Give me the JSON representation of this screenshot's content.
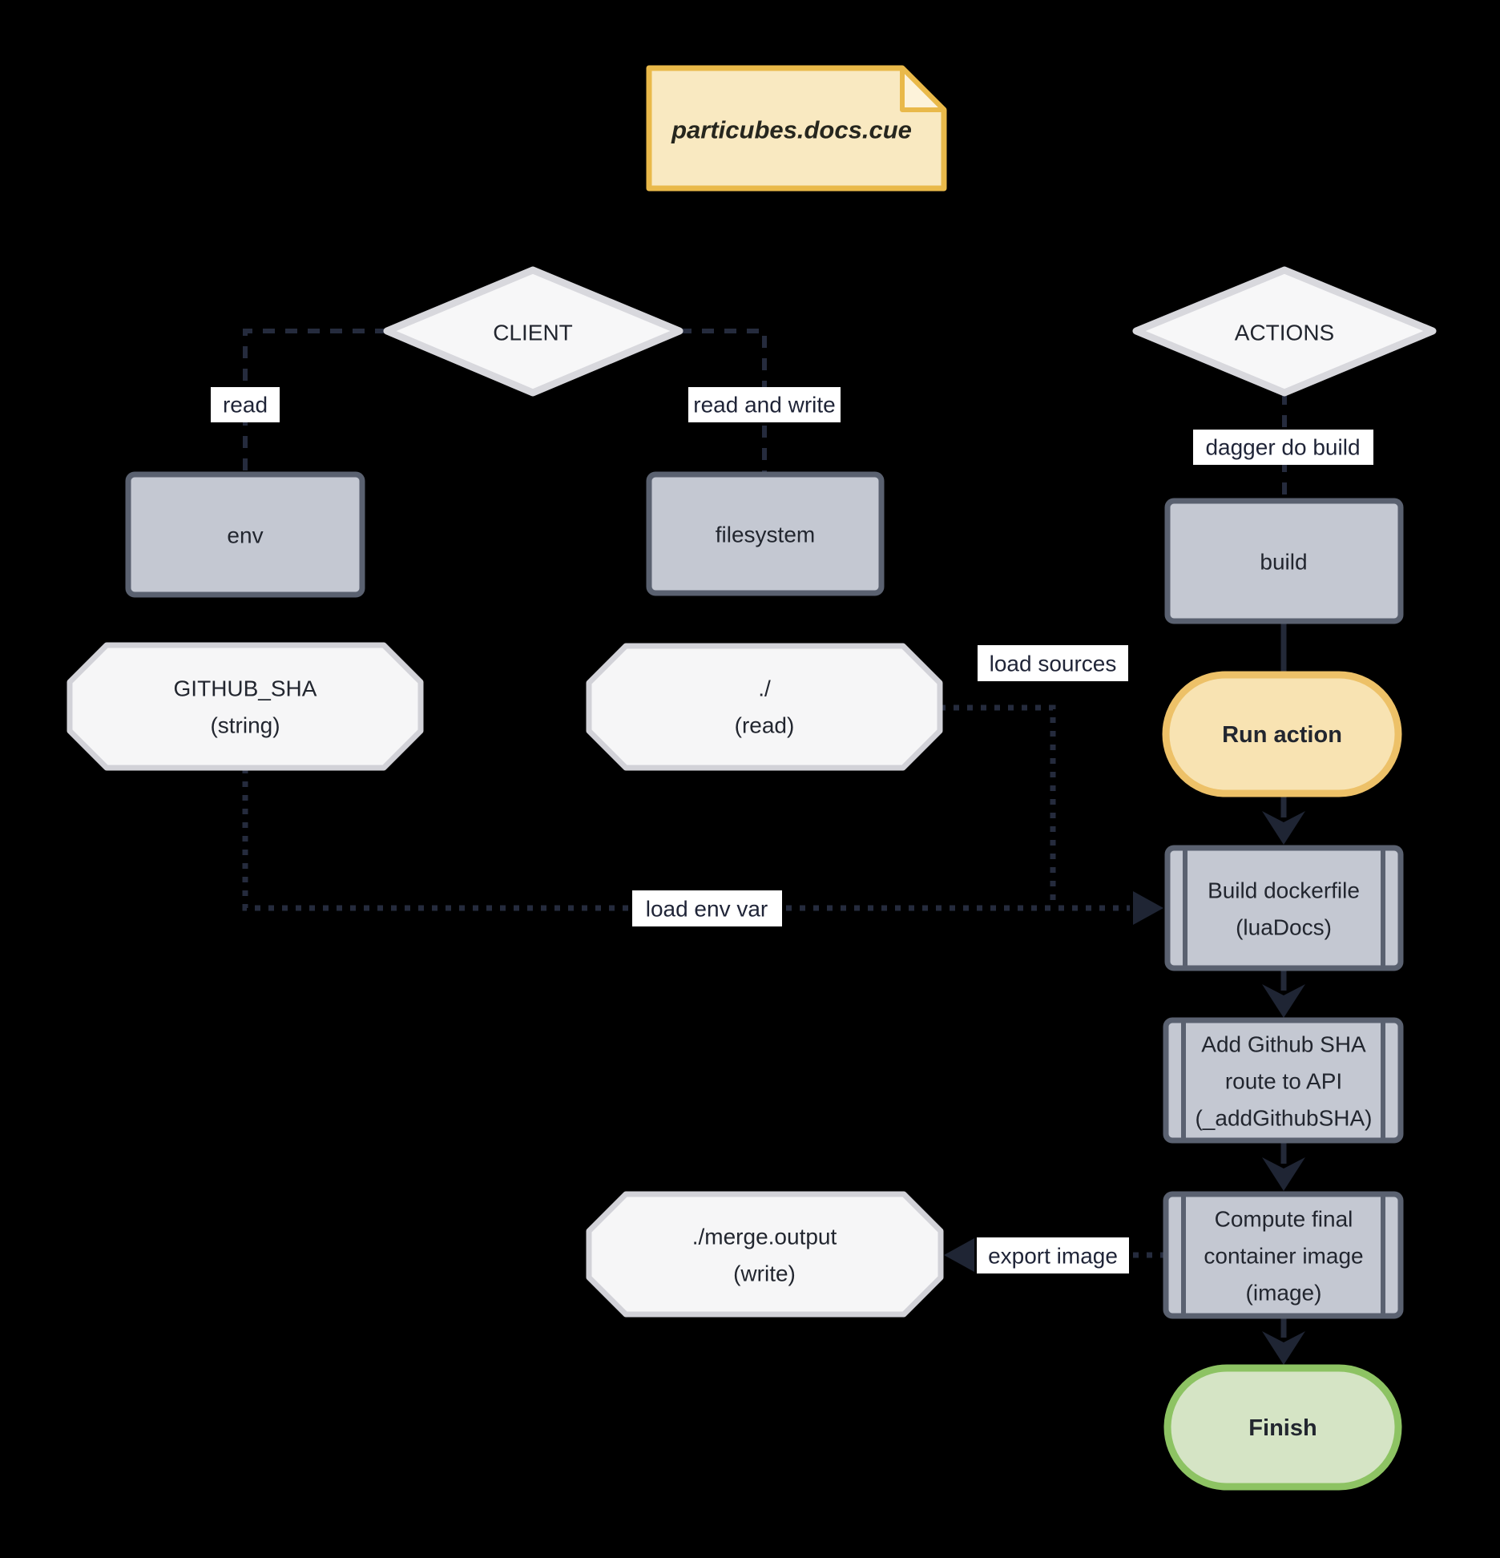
{
  "diagram": {
    "title_note": {
      "label": "particubes.docs.cue"
    },
    "colors": {
      "background": "#000000",
      "note_fill": "#f9e9c1",
      "note_border": "#e9b94a",
      "note_fold_fill": "#fdf3da",
      "decision_fill": "#f7f7f8",
      "decision_border": "#d8d8dd",
      "process_fill": "#c4c8d2",
      "process_border": "#5a6170",
      "data_fill": "#f6f6f7",
      "data_border": "#d2d2d8",
      "action_fill": "#f8e3b2",
      "action_border": "#edc168",
      "finish_fill": "#d5e4c5",
      "finish_border": "#8dc363",
      "edge": "#252b3d",
      "arrowhead": "#1f2534",
      "edge_label_bg": "#ffffff",
      "edge_label_text": "#1f2437",
      "node_text": "#22262f"
    },
    "nodes": {
      "client": {
        "label": "CLIENT",
        "shape": "diamond"
      },
      "actions": {
        "label": "ACTIONS",
        "shape": "diamond"
      },
      "env": {
        "label": "env",
        "shape": "rectangle"
      },
      "filesystem": {
        "label": "filesystem",
        "shape": "rectangle"
      },
      "build": {
        "label": "build",
        "shape": "rectangle"
      },
      "github_sha": {
        "lines": [
          "GITHUB_SHA",
          "(string)"
        ],
        "shape": "octagon"
      },
      "dot_read": {
        "lines": [
          "./",
          "(read)"
        ],
        "shape": "octagon"
      },
      "run_action": {
        "label": "Run action",
        "shape": "stadium"
      },
      "build_dockerfile": {
        "lines": [
          "Build dockerfile",
          "(luaDocs)"
        ],
        "shape": "subroutine"
      },
      "add_github_sha": {
        "lines": [
          "Add Github SHA",
          "route to API",
          "(_addGithubSHA)"
        ],
        "shape": "subroutine"
      },
      "compute_image": {
        "lines": [
          "Compute final",
          "container image",
          "(image)"
        ],
        "shape": "subroutine"
      },
      "merge_output": {
        "lines": [
          "./merge.output",
          "(write)"
        ],
        "shape": "octagon"
      },
      "finish": {
        "label": "Finish",
        "shape": "stadium"
      }
    },
    "edges": [
      {
        "from": "client",
        "to": "env",
        "label": "read",
        "style": "dashed"
      },
      {
        "from": "client",
        "to": "filesystem",
        "label": "read and write",
        "style": "dashed"
      },
      {
        "from": "actions",
        "to": "build",
        "label": "dagger do build",
        "style": "dashed"
      },
      {
        "from": "build",
        "to": "run_action",
        "label": "",
        "style": "solid"
      },
      {
        "from": "run_action",
        "to": "build_dockerfile",
        "label": "",
        "style": "solid-arrow"
      },
      {
        "from": "github_sha",
        "to": "build_dockerfile",
        "label": "load env var",
        "style": "dotted-arrow"
      },
      {
        "from": "dot_read",
        "to": "build_dockerfile",
        "label": "load sources",
        "style": "dotted"
      },
      {
        "from": "build_dockerfile",
        "to": "add_github_sha",
        "label": "",
        "style": "solid-arrow"
      },
      {
        "from": "add_github_sha",
        "to": "compute_image",
        "label": "",
        "style": "solid-arrow"
      },
      {
        "from": "compute_image",
        "to": "merge_output",
        "label": "export image",
        "style": "dotted-arrow"
      },
      {
        "from": "compute_image",
        "to": "finish",
        "label": "",
        "style": "solid-arrow"
      }
    ]
  }
}
